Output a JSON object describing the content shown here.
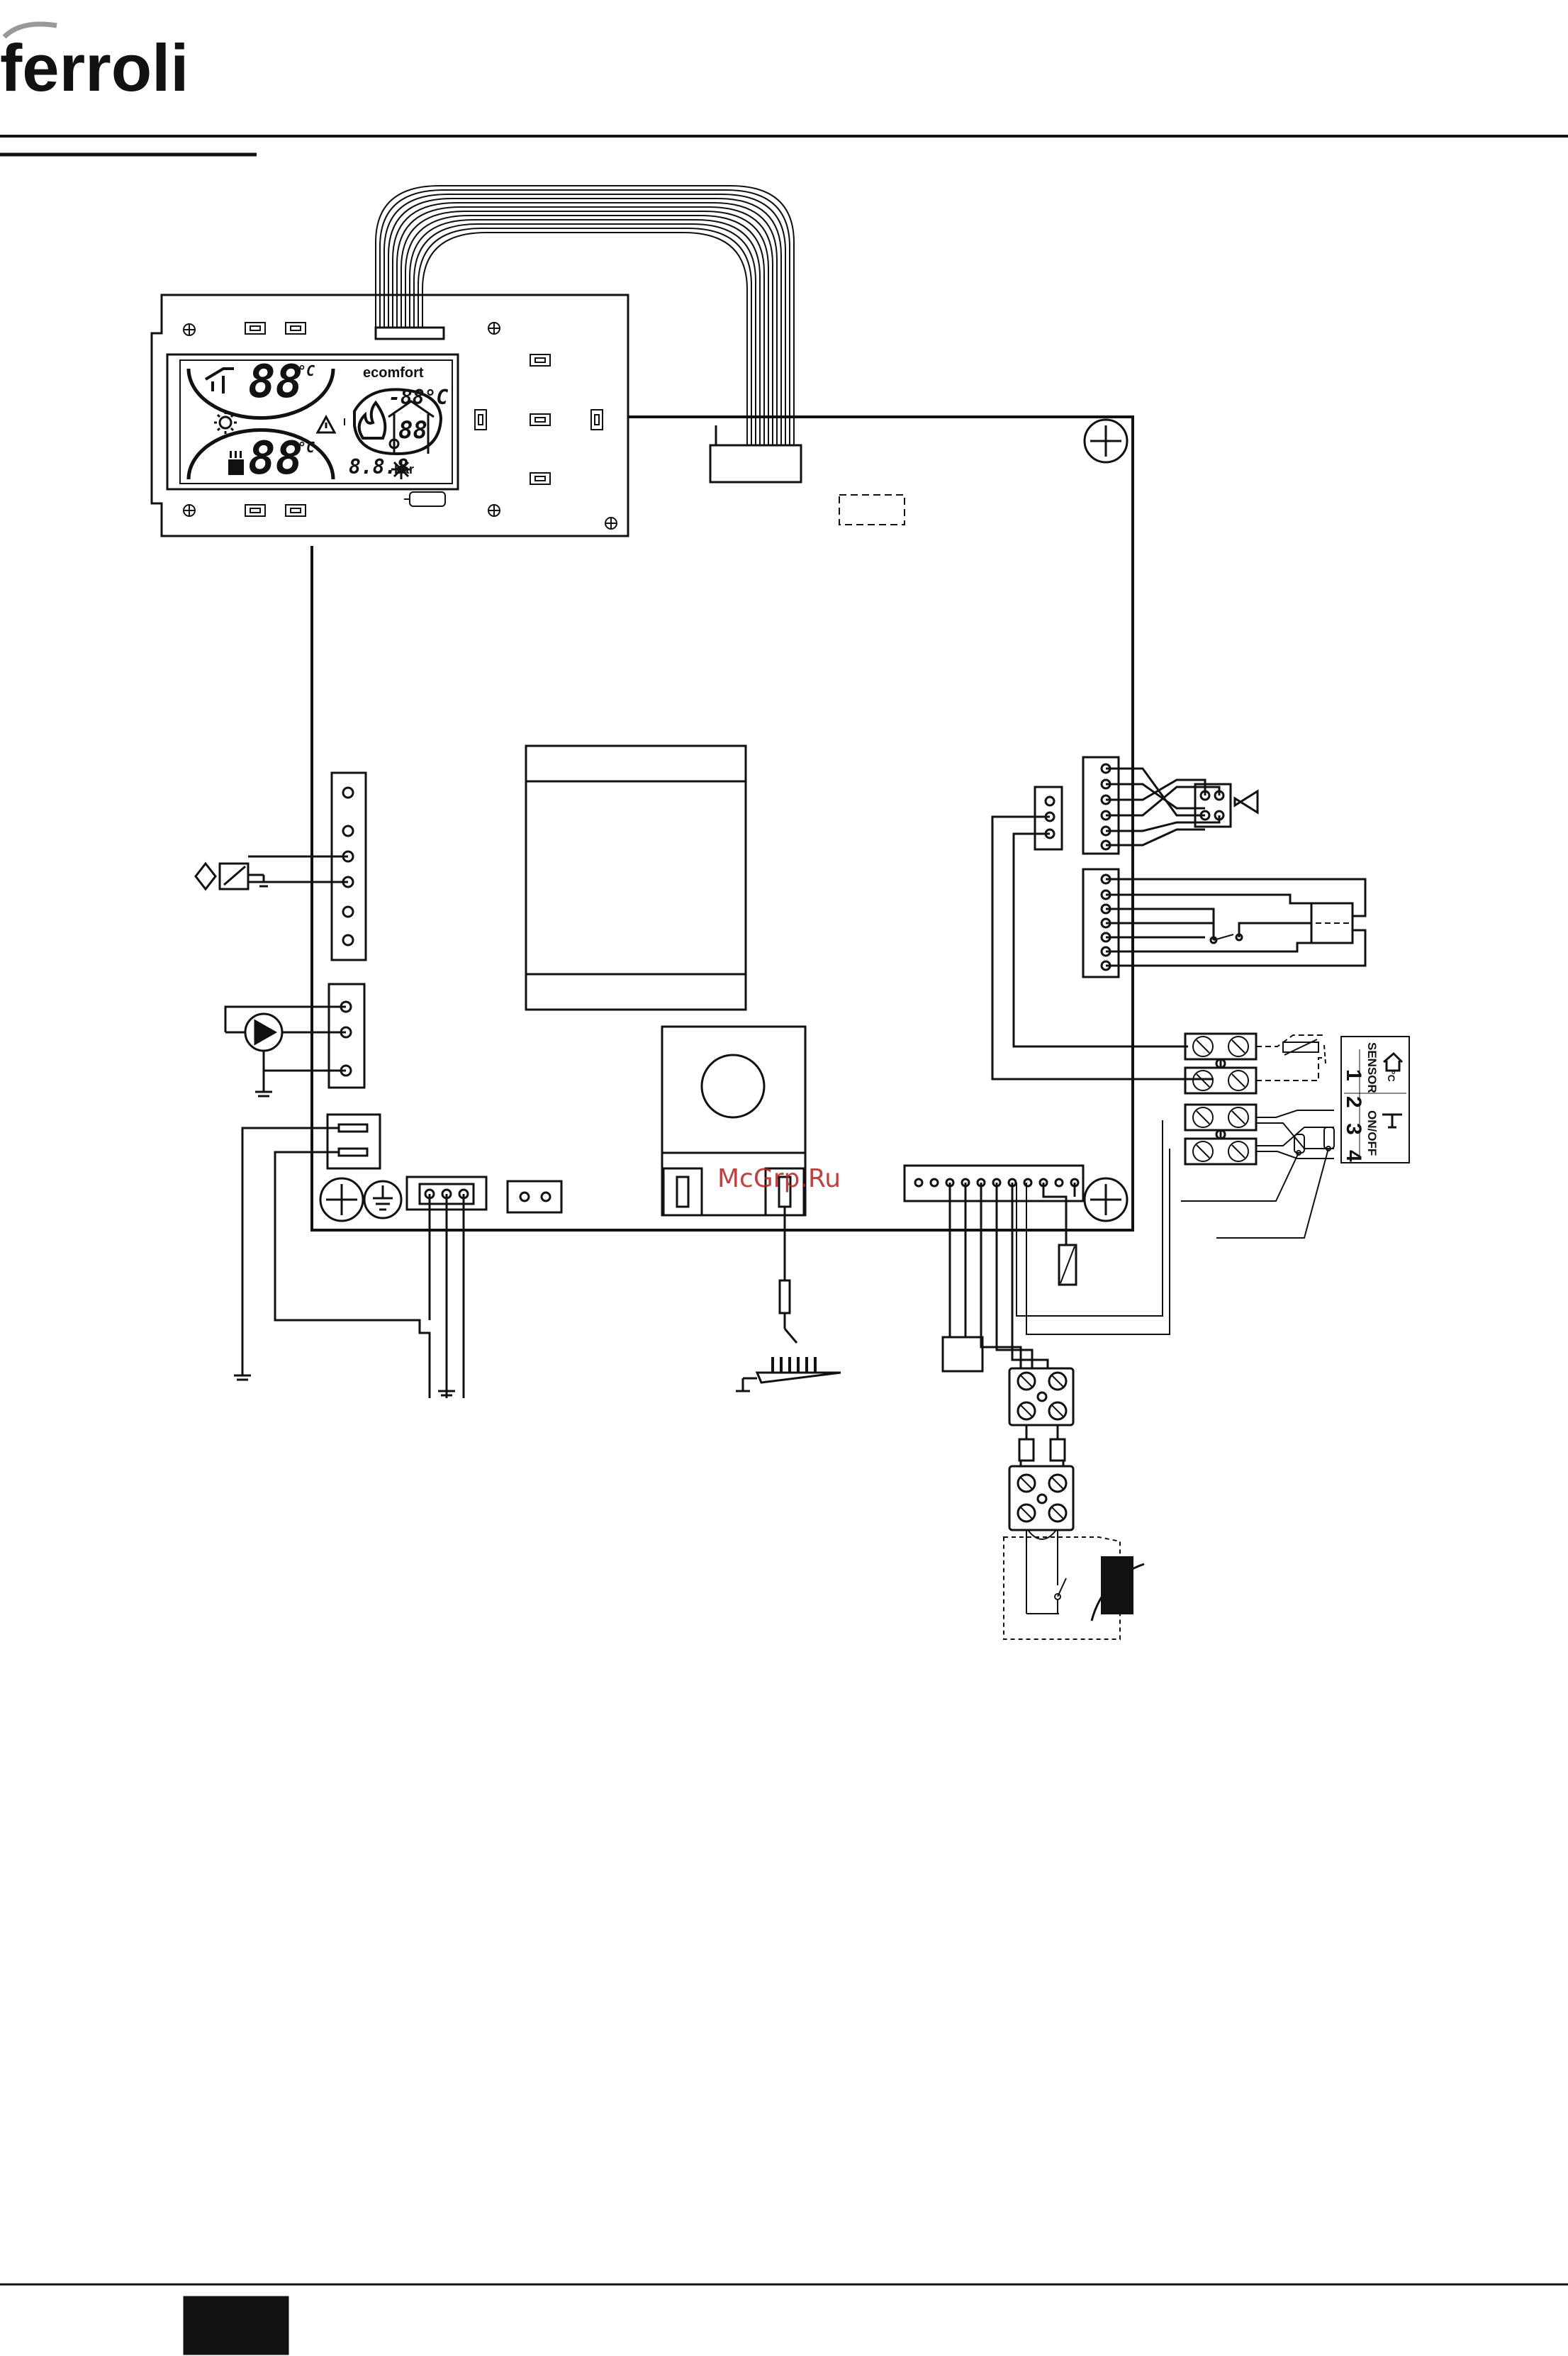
{
  "brand": {
    "name": "ferroli"
  },
  "display": {
    "brand_label": "ecomfort",
    "dhw_digits": "88",
    "heating_digits": "88",
    "unit_c": "°C",
    "outdoor_temp": "-88°C",
    "room_digits": "88",
    "pressure_digits": "8.8.8",
    "pressure_unit": "bar"
  },
  "terminal_block": {
    "numbers": [
      "1",
      "2",
      "3",
      "4"
    ],
    "sensor_label": "SENSOR",
    "onoff_label": "ON/OFF",
    "unit_c": "°C"
  },
  "watermark": "McGrp.Ru",
  "colors": {
    "ink": "#111111",
    "page": "#ffffff",
    "watermark": "#b22222"
  }
}
